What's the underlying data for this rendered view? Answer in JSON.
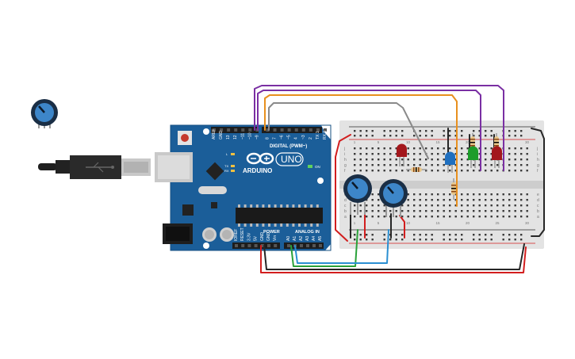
{
  "board": {
    "brand": "ARDUINO",
    "model": "UNO",
    "digital_label": "DIGITAL (PWM~)",
    "power_label": "POWER",
    "analog_label": "ANALOG IN",
    "on_label": "ON",
    "l_label": "L",
    "tx_label": "TX",
    "rx_label": "RX",
    "digital_pins": [
      "AREF",
      "GND",
      "13",
      "12",
      "~11",
      "~10",
      "~9",
      "8",
      "7",
      "~6",
      "~5",
      "4",
      "~3",
      "2",
      "TX 1",
      "RX 0"
    ],
    "power_pins": [
      "IOREF",
      "RESET",
      "3.3V",
      "5V",
      "GND",
      "GND",
      "Vin"
    ],
    "analog_pins": [
      "A0",
      "A1",
      "A2",
      "A3",
      "A4",
      "A5"
    ]
  },
  "breadboard": {
    "row_letters_top": [
      "j",
      "i",
      "h",
      "g",
      "f"
    ],
    "row_letters_bottom": [
      "e",
      "d",
      "c",
      "b",
      "a"
    ],
    "column_numbers": [
      "1",
      "5",
      "10",
      "15",
      "20",
      "25",
      "30"
    ]
  },
  "components": {
    "leds": [
      {
        "name": "red-led-1",
        "color": "#a3171c"
      },
      {
        "name": "blue-led",
        "color": "#1f6fbf"
      },
      {
        "name": "green-led",
        "color": "#1c9c2a"
      },
      {
        "name": "red-led-2",
        "color": "#a3171c"
      }
    ],
    "wire_colors": {
      "purple": "#7a2fa3",
      "orange": "#e8901e",
      "gray": "#8a8a8a",
      "red": "#d21e1e",
      "black": "#262626",
      "green": "#2aa23a",
      "blue": "#2a8fd2"
    }
  }
}
